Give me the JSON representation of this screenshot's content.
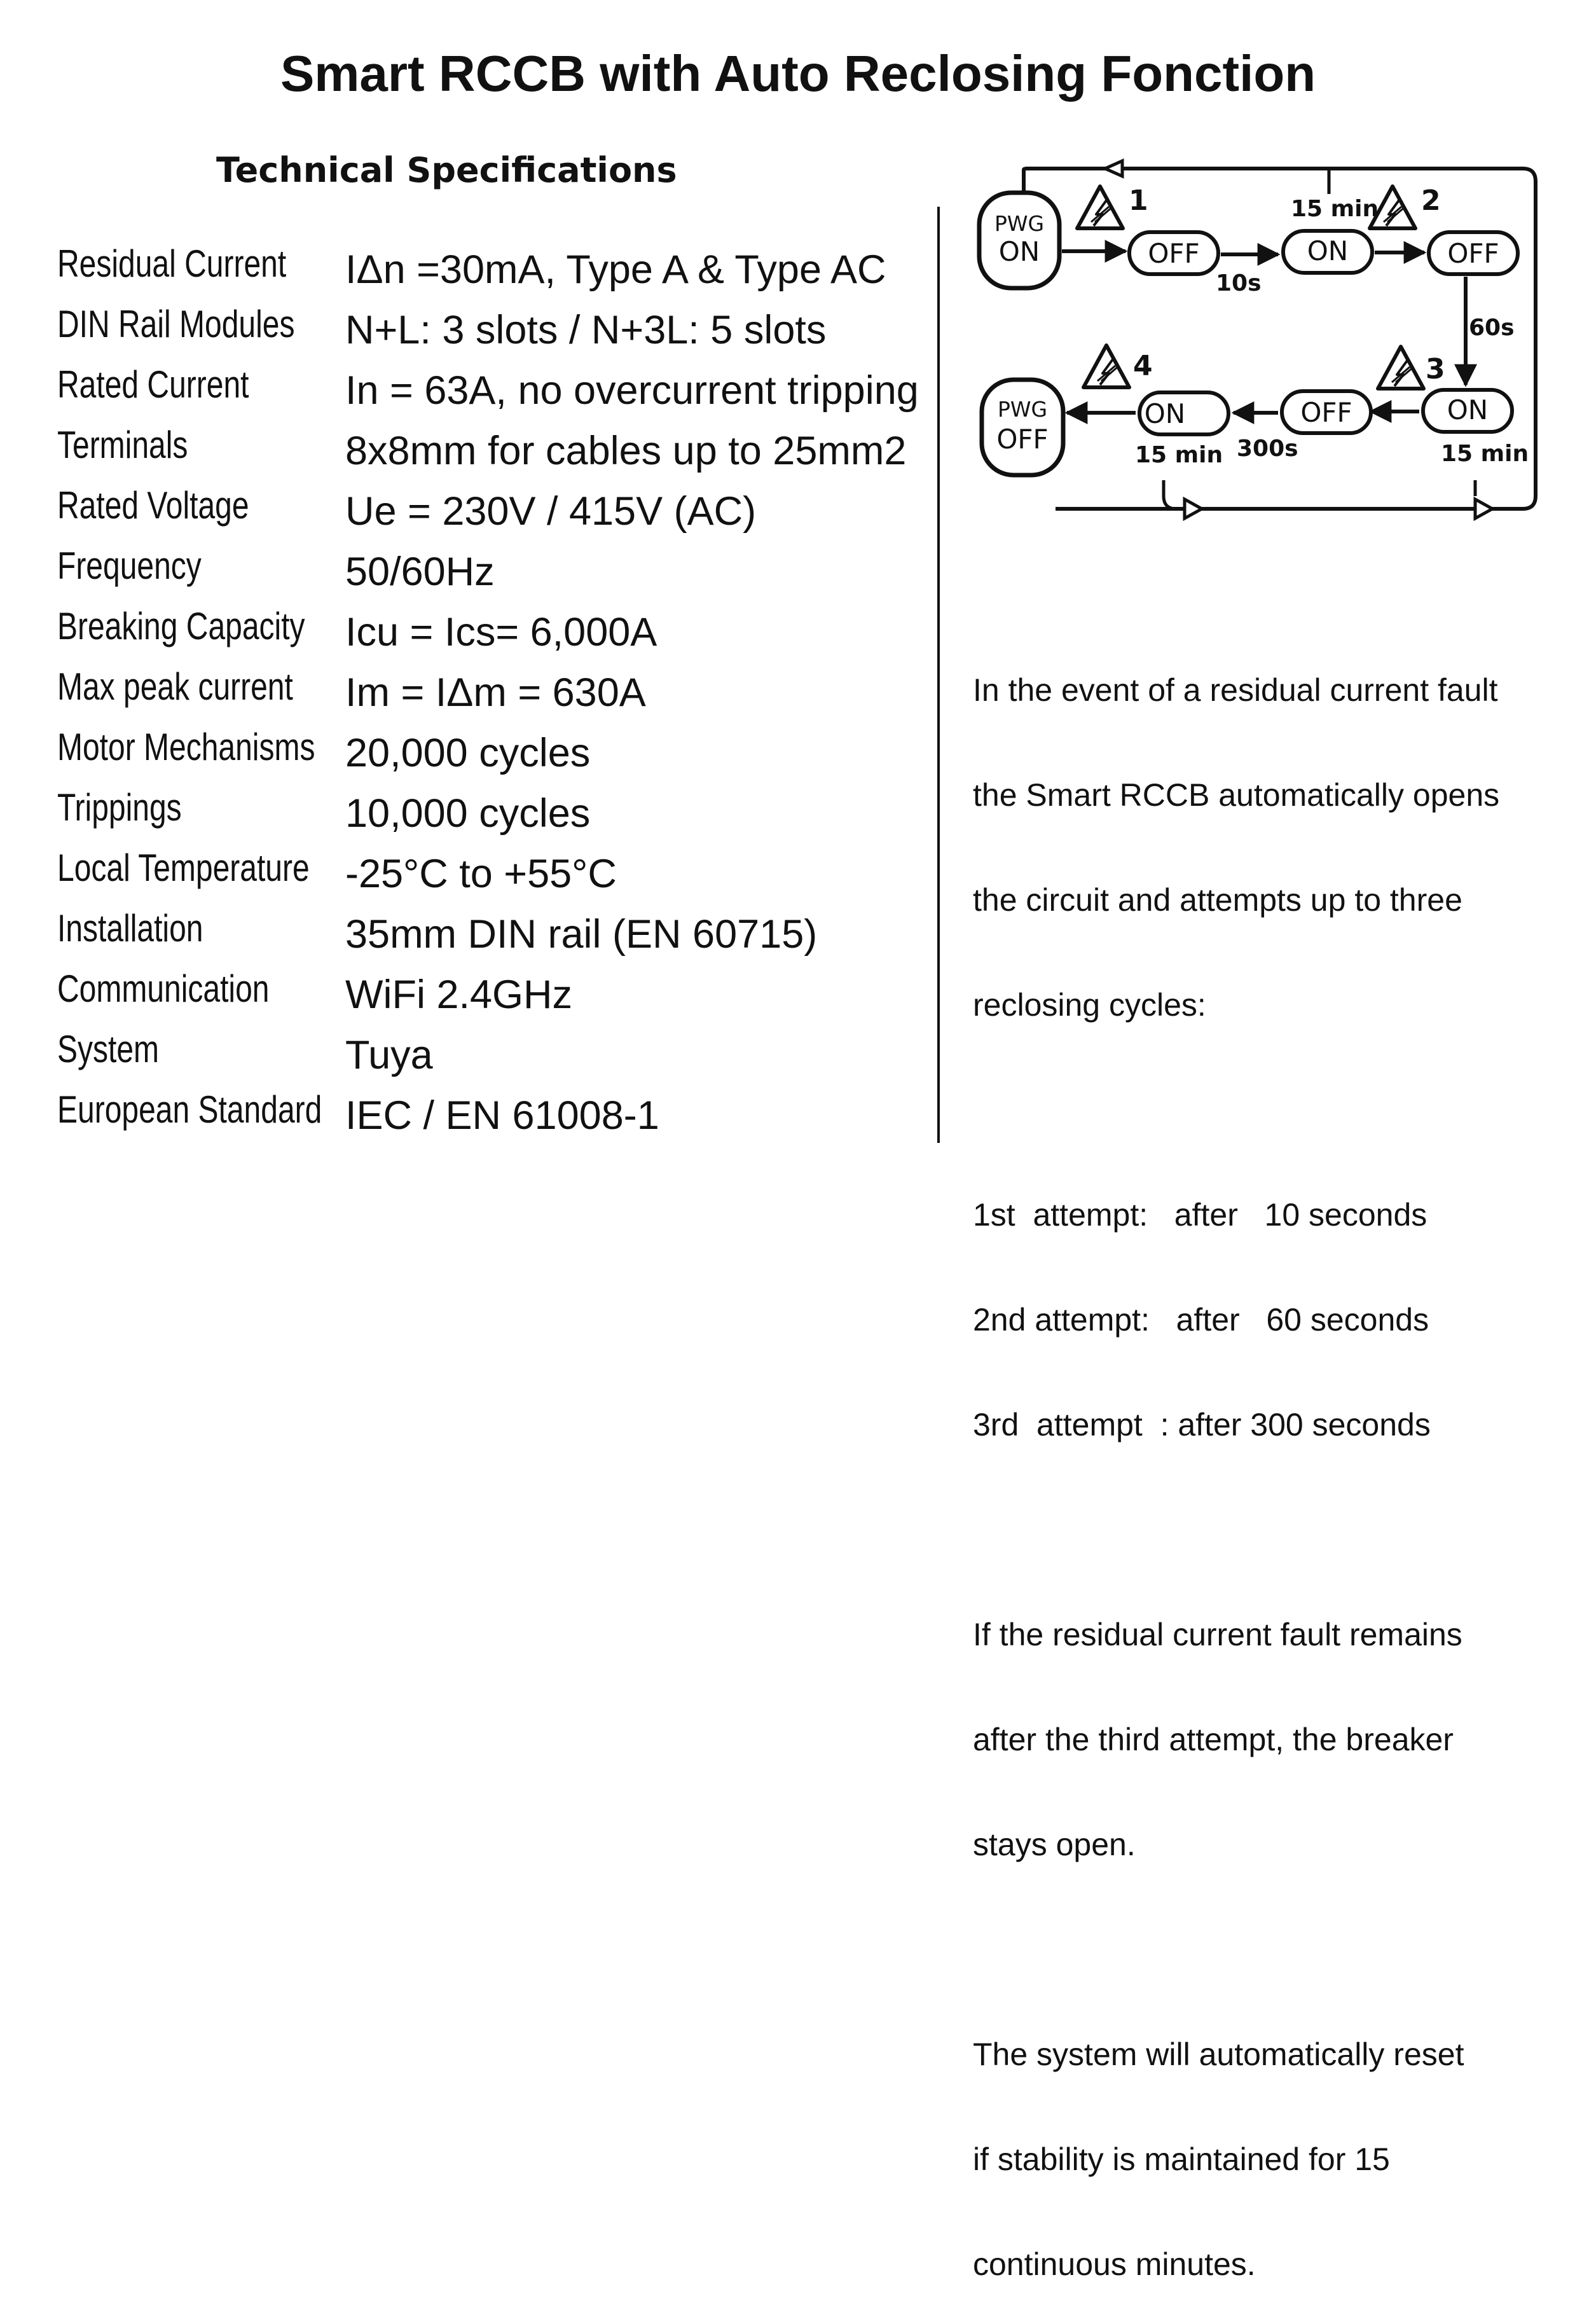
{
  "title": "Smart RCCB with Auto Reclosing Fonction",
  "specs": {
    "heading": "Technical Specifications",
    "rows": [
      {
        "label": "Residual Current",
        "value": "IΔn =30mA, Type A & Type AC"
      },
      {
        "label": "DIN Rail Modules",
        "value": "N+L: 3 slots  /  N+3L: 5 slots"
      },
      {
        "label": "Rated Current",
        "value": "In = 63A, no overcurrent tripping"
      },
      {
        "label": "Terminals",
        "value": "8x8mm for cables up to 25mm2"
      },
      {
        "label": "Rated Voltage",
        "value": "Ue = 230V / 415V (AC)"
      },
      {
        "label": "Frequency",
        "value": "50/60Hz"
      },
      {
        "label": "Breaking Capacity",
        "value": "Icu = Ics= 6,000A"
      },
      {
        "label": "Max peak current",
        "value": "Im = IΔm = 630A"
      },
      {
        "label": "Motor Mechanisms",
        "value": "20,000 cycles"
      },
      {
        "label": "Trippings",
        "value": "10,000 cycles"
      },
      {
        "label": "Local Temperature",
        "value": "-25°C to +55°C"
      },
      {
        "label": "Installation",
        "value": "35mm DIN rail (EN 60715)"
      },
      {
        "label": "Communication",
        "value": "WiFi 2.4GHz"
      },
      {
        "label": "System",
        "value": "Tuya"
      },
      {
        "label": "European Standard",
        "value": "IEC / EN 61008-1"
      }
    ]
  },
  "diagram": {
    "pwg_on": {
      "top": "PWG",
      "bottom": "ON"
    },
    "pwg_off": {
      "top": "PWG",
      "bottom": "OFF"
    },
    "states": {
      "off1": "OFF",
      "on2": "ON",
      "off2": "OFF",
      "on3": "ON",
      "off3": "OFF",
      "on4": "ON"
    },
    "faults": {
      "f1": "1",
      "f2": "2",
      "f3": "3",
      "f4": "4"
    },
    "timers": {
      "t10": "10s",
      "t60": "60s",
      "t300": "300s",
      "reset_top": "15 min",
      "reset_right": "15 min",
      "reset_bottom": "15 min"
    }
  },
  "notes": {
    "intro": [
      "In the event of a residual current fault",
      "the Smart RCCB automatically opens",
      "the circuit and attempts up to three",
      "reclosing cycles:"
    ],
    "attempts": [
      "1st  attempt:   after   10 seconds",
      "2nd attempt:   after   60 seconds",
      "3rd  attempt  : after 300 seconds"
    ],
    "fault_remains": [
      "If the residual current fault remains",
      "after the third attempt, the breaker",
      "stays open."
    ],
    "reset": [
      "The system will automatically reset",
      "if stability is maintained for 15",
      "continuous minutes."
    ]
  }
}
